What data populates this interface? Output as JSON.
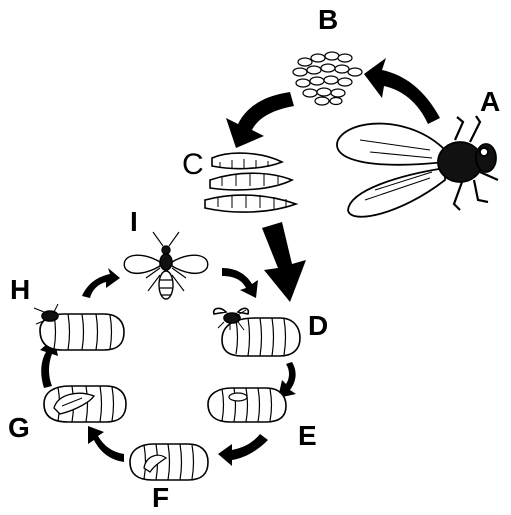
{
  "labels": {
    "A": "A",
    "B": "B",
    "C": "C",
    "D": "D",
    "E": "E",
    "F": "F",
    "G": "G",
    "H": "H",
    "I": "I"
  },
  "icons": {
    "A": "housefly-adult-icon",
    "B": "egg-cluster-icon",
    "C": "maggot-larvae-icon",
    "D": "wasp-ovipositing-on-pupa-icon",
    "E": "parasitized-pupa-early-icon",
    "F": "parasitized-pupa-larva-icon",
    "G": "parasitized-pupa-developed-icon",
    "H": "wasp-emerging-from-pupa-icon",
    "I": "adult-parasitoid-wasp-icon"
  },
  "colors": {
    "ink": "#000000",
    "background": "#ffffff"
  }
}
